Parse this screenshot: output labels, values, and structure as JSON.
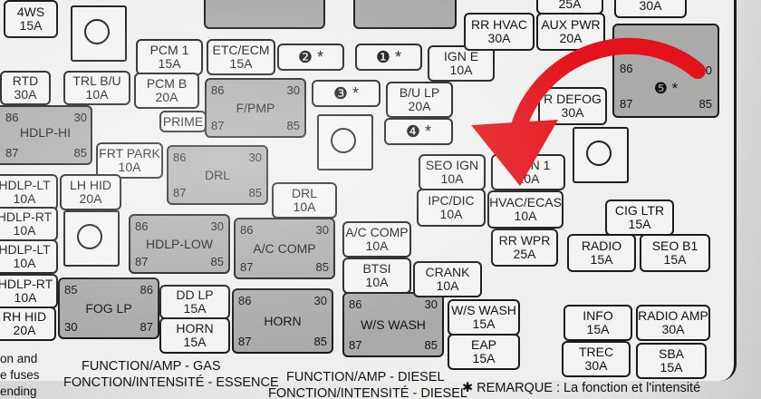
{
  "fuses": {
    "f_4ws": [
      "4WS",
      "15A"
    ],
    "f_rtd": [
      "RTD",
      "30A"
    ],
    "f_hdlp_hi": [
      "HDLP-HI"
    ],
    "f_trl_bu": [
      "TRL B/U",
      "10A"
    ],
    "f_pcm1": [
      "PCM 1",
      "15A"
    ],
    "f_etc_ecm": [
      "ETC/ECM",
      "15A"
    ],
    "f_num2": [
      "❷ *"
    ],
    "f_num1": [
      "❶ *"
    ],
    "f_ign_e": [
      "IGN E",
      "10A"
    ],
    "f_pcm_b": [
      "PCM B",
      "20A"
    ],
    "f_num3": [
      "❸ *"
    ],
    "f_bu_lp": [
      "B/U LP",
      "20A"
    ],
    "f_prime": [
      "PRIME"
    ],
    "f_num4": [
      "❹ *"
    ],
    "f_frt_park": [
      "FRT PARK",
      "10A"
    ],
    "f_lh_hid": [
      "LH HID",
      "20A"
    ],
    "f_hdlp_lt1": [
      "HDLP-LT",
      "10A"
    ],
    "f_hdlp_rt1": [
      "HDLP-RT",
      "10A"
    ],
    "f_hdlp_lt2": [
      "HDLP-LT",
      "10A"
    ],
    "f_hdlp_rt2": [
      "HDLP-RT",
      "10A"
    ],
    "f_rh_hid": [
      "RH HID",
      "20A"
    ],
    "f_drl": [
      "DRL",
      "10A"
    ],
    "f_ac_comp": [
      "A/C COMP",
      "10A"
    ],
    "f_btsi": [
      "BTSI",
      "10A"
    ],
    "f_crank": [
      "CRANK",
      "10A"
    ],
    "f_dd_lp": [
      "DD LP",
      "15A"
    ],
    "f_horn": [
      "HORN",
      "15A"
    ],
    "f_seo_ign": [
      "SEO IGN",
      "10A"
    ],
    "f_t_ign1": [
      "T  IGN 1",
      "10A"
    ],
    "f_ipc_dic": [
      "IPC/DIC",
      "10A"
    ],
    "f_hvac_ecas": [
      "HVAC/ECAS",
      "10A"
    ],
    "f_rr_wpr": [
      "RR WPR",
      "25A"
    ],
    "f_ws_wash": [
      "W/S WASH",
      "15A"
    ],
    "f_eap": [
      "EAP",
      "15A"
    ],
    "f_rr_hvac": [
      "RR HVAC",
      "30A"
    ],
    "f_aux_pwr": [
      "AUX PWR",
      "20A"
    ],
    "f_top25": [
      "25A"
    ],
    "f_top30": [
      "30A"
    ],
    "f_r_defog": [
      "R DEFOG",
      "30A"
    ],
    "f_cig_ltr": [
      "CIG LTR",
      "15A"
    ],
    "f_radio": [
      "RADIO",
      "15A"
    ],
    "f_seo_b1": [
      "SEO B1",
      "15A"
    ],
    "f_info": [
      "INFO",
      "15A"
    ],
    "f_radio_amp": [
      "RADIO AMP",
      "30A"
    ],
    "f_trec": [
      "TREC",
      "30A"
    ],
    "f_sba": [
      "SBA",
      "15A"
    ]
  },
  "relays": {
    "r_fpmp": {
      "name": "F/PMP",
      "pins": [
        "86",
        "30",
        "87",
        "85"
      ]
    },
    "r_drl": {
      "name": "DRL",
      "pins": [
        "86",
        "30",
        "87",
        "85"
      ]
    },
    "r_hdlp_low": {
      "name": "HDLP-LOW",
      "pins": [
        "86",
        "30",
        "87",
        "85"
      ]
    },
    "r_ac_comp": {
      "name": "A/C COMP",
      "pins": [
        "86",
        "30",
        "87",
        "85"
      ]
    },
    "r_fog_lp": {
      "name": "FOG LP",
      "pins": [
        "85",
        "86",
        "30",
        "87"
      ]
    },
    "r_horn": {
      "name": "HORN",
      "pins": [
        "86",
        "30",
        "87",
        "85"
      ]
    },
    "r_ws_wash": {
      "name": "W/S WASH",
      "pins": [
        "86",
        "30",
        "87",
        "85"
      ]
    },
    "r_5": {
      "name": "❺ *",
      "pins": [
        "86",
        "30",
        "87",
        "85"
      ]
    },
    "r_hdlp_hi": {
      "name": "",
      "pins": [
        "86",
        "30",
        "87",
        "85"
      ]
    }
  },
  "footer": {
    "left1": "on and",
    "left2": "e fuses",
    "left3": "ending",
    "gas1": "FUNCTION/AMP - GAS",
    "gas2": "FONCTION/INTENSITÉ - ESSENCE",
    "diesel1": "FUNCTION/AMP - DIESEL",
    "diesel2": "FONCTION/INTENSITÉ - DIESEL",
    "remark": "✱ REMARQUE : La fonction et l'intensité"
  },
  "colors": {
    "arrow": "#e4131b",
    "relay": "#a9aba9",
    "panel": "#eef0ed"
  }
}
